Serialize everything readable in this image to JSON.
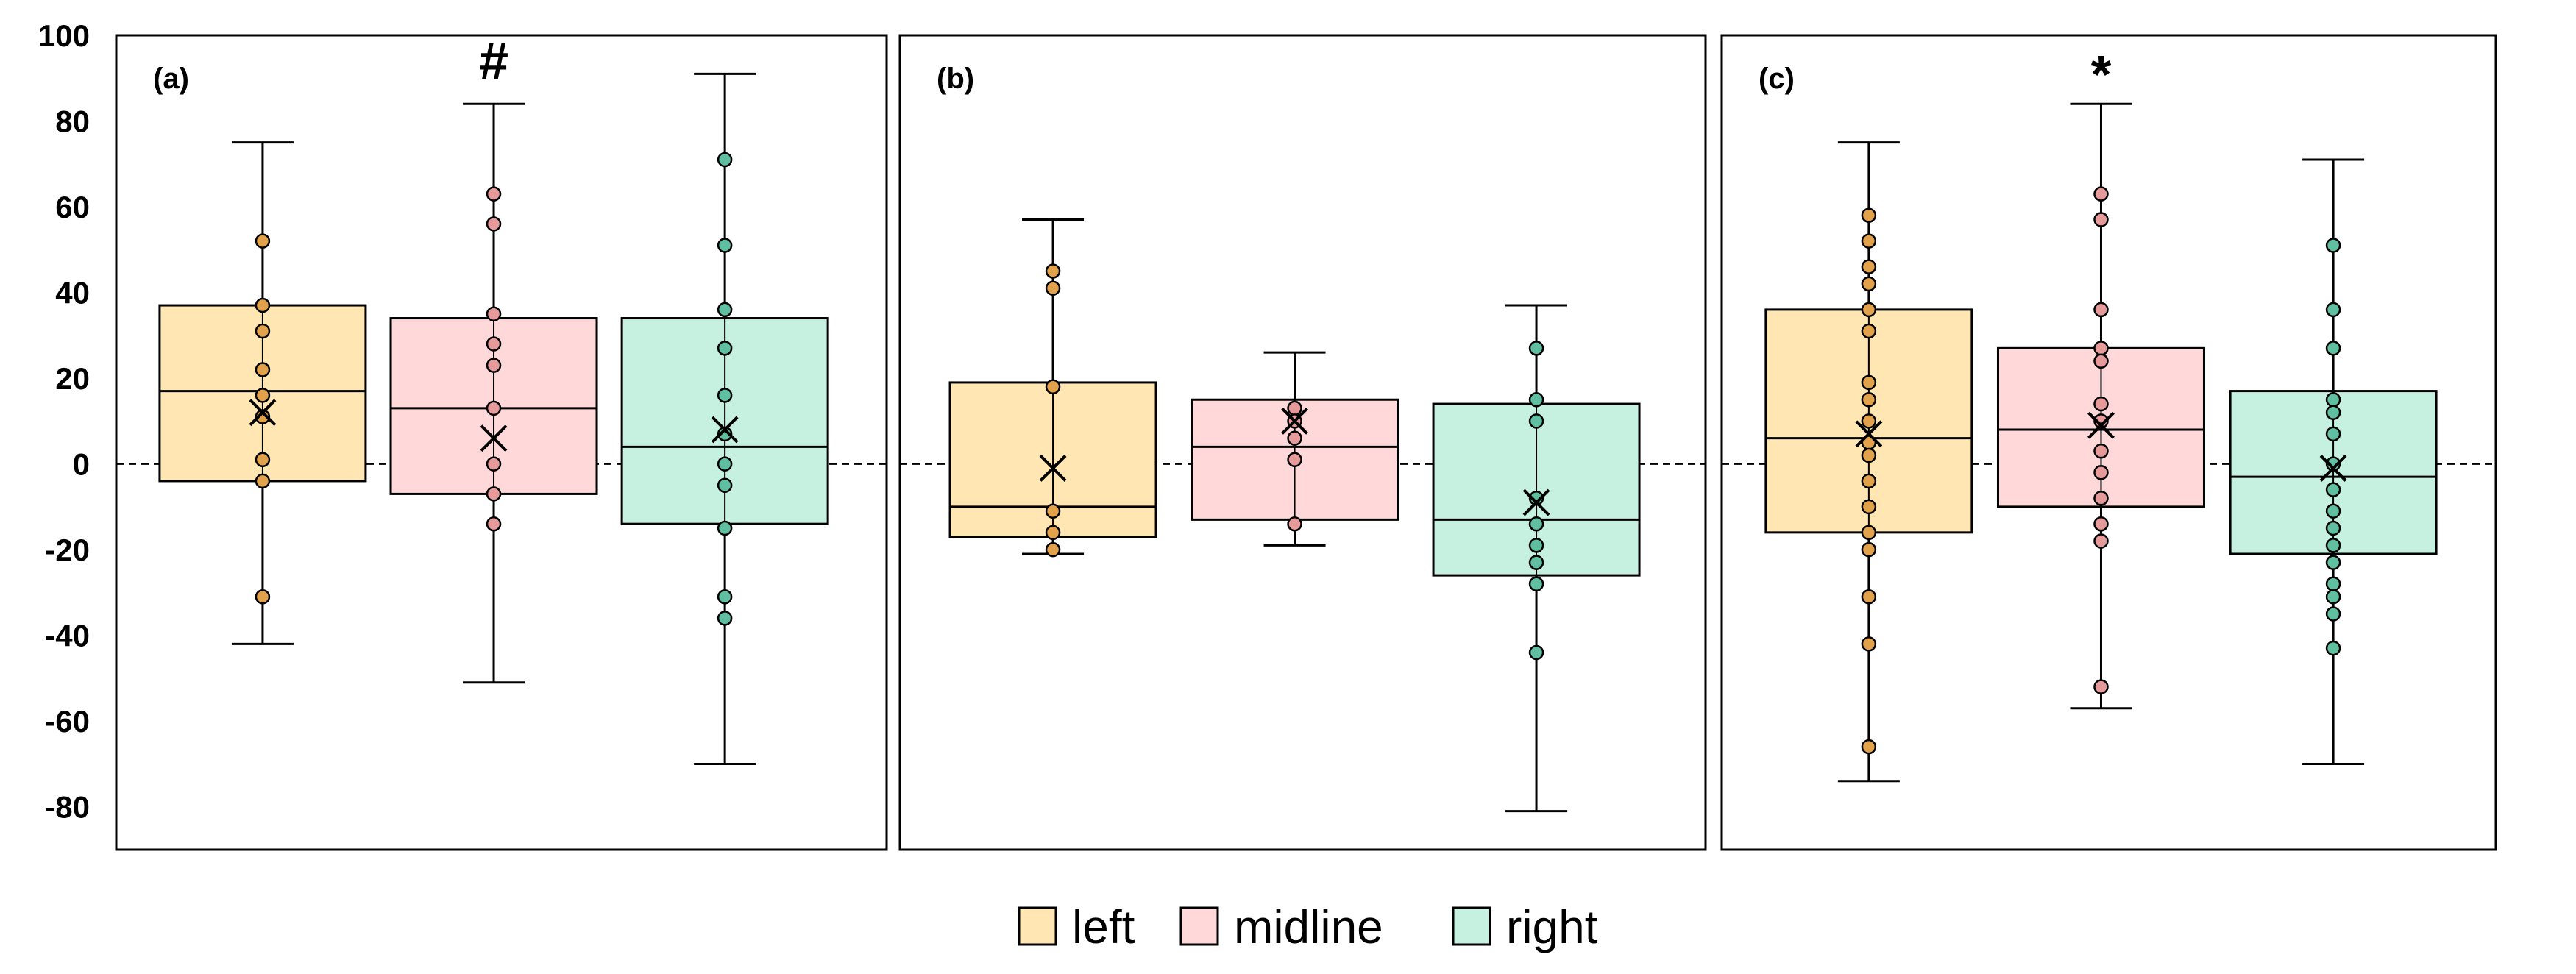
{
  "chart_data": {
    "type": "box",
    "ylim": [
      -90,
      100
    ],
    "yticks": [
      "100",
      "80",
      "60",
      "40",
      "20",
      "0",
      "-20",
      "-40",
      "-60",
      "-80"
    ],
    "grid": false,
    "reference_line": 0,
    "legend_position": "bottom-center",
    "colors": {
      "left": "#FFE6B3",
      "midline": "#FFD9D9",
      "right": "#C6F0E0",
      "left_point": "#E2A24C",
      "midline_point": "#E79A9A",
      "right_point": "#5FBFA0",
      "stroke": "#000000"
    },
    "legend": [
      {
        "key": "left",
        "label": "left"
      },
      {
        "key": "midline",
        "label": "midline"
      },
      {
        "key": "right",
        "label": "right"
      }
    ],
    "panels": [
      {
        "label": "(a)",
        "groups": [
          {
            "key": "left",
            "min": -42,
            "q1": -4,
            "median": 17,
            "q3": 37,
            "max": 75,
            "mean": 12,
            "mark": "",
            "points": [
              52,
              37,
              31,
              22,
              16,
              11,
              1,
              -4,
              -31
            ]
          },
          {
            "key": "midline",
            "min": -51,
            "q1": -7,
            "median": 13,
            "q3": 34,
            "max": 84,
            "mean": 6,
            "mark": "#",
            "points": [
              63,
              56,
              35,
              28,
              23,
              13,
              0,
              -7,
              -14
            ]
          },
          {
            "key": "right",
            "min": -70,
            "q1": -14,
            "median": 4,
            "q3": 34,
            "max": 91,
            "mean": 8,
            "mark": "",
            "points": [
              71,
              51,
              36,
              27,
              16,
              7,
              0,
              -5,
              -15,
              -31,
              -36
            ]
          }
        ]
      },
      {
        "label": "(b)",
        "groups": [
          {
            "key": "left",
            "min": -21,
            "q1": -17,
            "median": -10,
            "q3": 19,
            "max": 57,
            "mean": -1,
            "mark": "",
            "points": [
              45,
              41,
              18,
              -11,
              -16,
              -20
            ]
          },
          {
            "key": "midline",
            "min": -19,
            "q1": -13,
            "median": 4,
            "q3": 15,
            "max": 26,
            "mean": 10,
            "mark": "",
            "points": [
              13,
              10,
              6,
              1,
              -14
            ]
          },
          {
            "key": "right",
            "min": -81,
            "q1": -26,
            "median": -13,
            "q3": 14,
            "max": 37,
            "mean": -9,
            "mark": "",
            "points": [
              27,
              15,
              10,
              -8,
              -14,
              -19,
              -23,
              -28,
              -44
            ]
          }
        ]
      },
      {
        "label": "(c)",
        "groups": [
          {
            "key": "left",
            "min": -74,
            "q1": -16,
            "median": 6,
            "q3": 36,
            "max": 75,
            "mean": 7,
            "mark": "",
            "points": [
              58,
              52,
              46,
              42,
              36,
              31,
              19,
              15,
              10,
              5,
              2,
              -4,
              -10,
              -16,
              -20,
              -31,
              -42,
              -66
            ]
          },
          {
            "key": "midline",
            "min": -57,
            "q1": -10,
            "median": 8,
            "q3": 27,
            "max": 84,
            "mean": 9,
            "mark": "*",
            "points": [
              63,
              57,
              36,
              27,
              24,
              14,
              10,
              3,
              -2,
              -8,
              -14,
              -18,
              -52
            ]
          },
          {
            "key": "right",
            "min": -70,
            "q1": -21,
            "median": -3,
            "q3": 17,
            "max": 71,
            "mean": -1,
            "mark": "",
            "points": [
              51,
              36,
              27,
              15,
              12,
              7,
              0,
              -6,
              -11,
              -15,
              -19,
              -23,
              -28,
              -31,
              -35,
              -43
            ]
          }
        ]
      }
    ]
  }
}
